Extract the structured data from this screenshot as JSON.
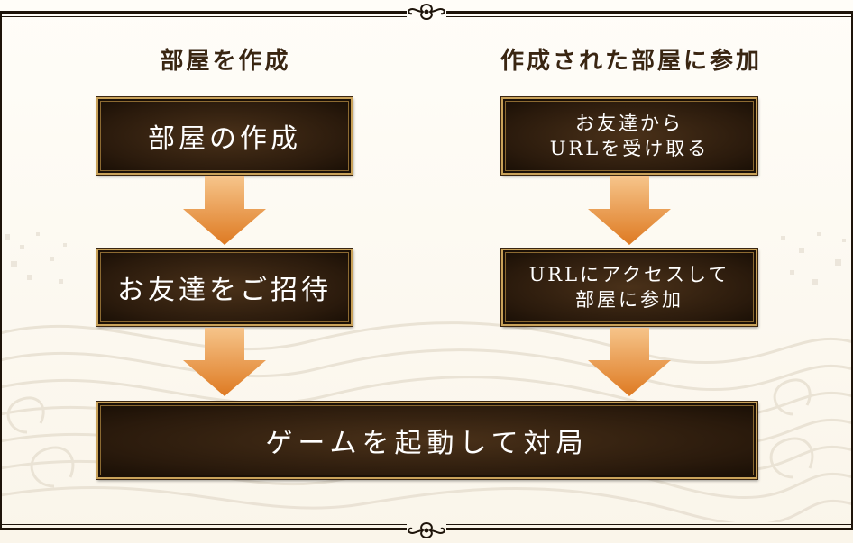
{
  "columns": {
    "left": {
      "heading": "部屋を作成",
      "steps": [
        "部屋の作成",
        "お友達をご招待"
      ]
    },
    "right": {
      "heading": "作成された部屋に参加",
      "steps": [
        {
          "line1": "お友達から",
          "line2": "URLを受け取る"
        },
        {
          "line1": "URLにアクセスして",
          "line2": "部屋に参加"
        }
      ]
    }
  },
  "final_step": "ゲームを起動して対局",
  "colors": {
    "box_background": "#2a1a0c",
    "box_border": "#c9a25a",
    "arrow_top": "#f6c48a",
    "arrow_bottom": "#de7a22",
    "heading_text": "#3a2612",
    "frame_line": "#1e140a"
  },
  "icons": [
    "ornament-top-icon",
    "ornament-bottom-icon",
    "down-arrow-icon"
  ]
}
